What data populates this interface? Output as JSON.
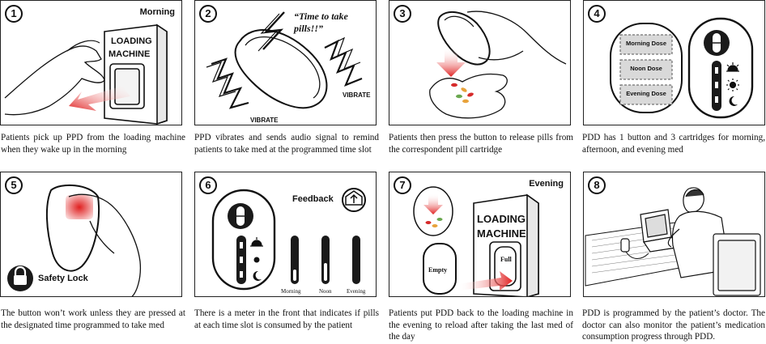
{
  "panels": [
    {
      "number": "1",
      "title": "Morning",
      "labels": {
        "machine_line1": "LOADING",
        "machine_line2": "MACHINE"
      },
      "caption": "Patients pick up PPD  from the loading machine when they wake up in the morning"
    },
    {
      "number": "2",
      "title": "",
      "labels": {
        "speech": "“Time to take pills!!”",
        "vibrate_left": "VIBRATE",
        "vibrate_right": "VIBRATE"
      },
      "caption": "PPD vibrates and sends audio signal to remind patients to take med at the programmed time slot"
    },
    {
      "number": "3",
      "title": "",
      "labels": {},
      "caption": "Patients then press the button to release pills from the correspondent pill cartridge"
    },
    {
      "number": "4",
      "title": "",
      "labels": {
        "dose_morning": "Morning Dose",
        "dose_noon": "Noon Dose",
        "dose_evening": "Evening Dose"
      },
      "caption": "PDD has 1 button and 3 cartridges for morning, afternoon, and evening med"
    },
    {
      "number": "5",
      "title": "",
      "labels": {
        "safety_lock": "Safety Lock"
      },
      "caption": "The button won’t work unless they are pressed at the designated time programmed to take med"
    },
    {
      "number": "6",
      "title": "",
      "labels": {
        "feedback": "Feedback",
        "meter_morning": "Morning",
        "meter_noon": "Noon",
        "meter_evening": "Evening"
      },
      "caption": "There is a meter in the front that indicates if pills at each time slot is consumed by the patient"
    },
    {
      "number": "7",
      "title": "Evening",
      "labels": {
        "machine_line1": "LOADING",
        "machine_line2": "MACHINE",
        "empty": "Empty",
        "full": "Full"
      },
      "caption": "Patients put PDD back to the loading machine in the evening to reload after taking the last med of the day"
    },
    {
      "number": "8",
      "title": "",
      "labels": {},
      "caption": "PDD is programmed by the patient’s doctor. The doctor can also monitor the patient’s medication consumption progress through PDD."
    }
  ],
  "icons": {
    "gradient_red": "#e02020",
    "accent_red": "#d62b2b",
    "device_dark": "#1a1a1a",
    "dose_fill": "#d9d9d9"
  }
}
